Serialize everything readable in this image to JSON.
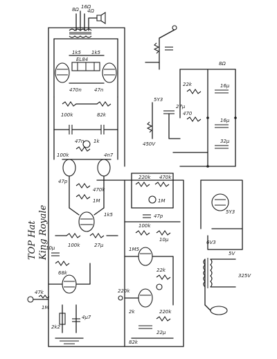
{
  "title": {
    "line1": "TOP Hat",
    "line2": "King Royale"
  },
  "labels": {
    "input_stage": [
      "47k",
      "1M",
      "68k",
      "10µ",
      "4µ7",
      "2k2"
    ],
    "tone_stage": [
      "220k",
      "470k",
      "1M",
      "100k",
      "47p",
      "10µ"
    ],
    "second_stage": [
      "47p",
      "470k",
      "1M",
      "100k",
      "27µ",
      "1k5"
    ],
    "phase_inverter": [
      "100k",
      "82k",
      "47n",
      "1k",
      "100k",
      "4n7"
    ],
    "power_stage": [
      "1k5",
      "1k5",
      "220k",
      "220k",
      "470n",
      "47n",
      "82k",
      "EL84"
    ],
    "output_transformer": [
      "8Ω",
      "16Ω",
      "4Ω"
    ],
    "power_supply": [
      "5Y3",
      "22k",
      "16µ",
      "470",
      "16µ",
      "32µ",
      "450V",
      "27µ"
    ],
    "power_transformer": [
      "6V3",
      "325V",
      "5V"
    ],
    "misc": [
      "1M5",
      "22k",
      "2k",
      "22µ"
    ]
  }
}
